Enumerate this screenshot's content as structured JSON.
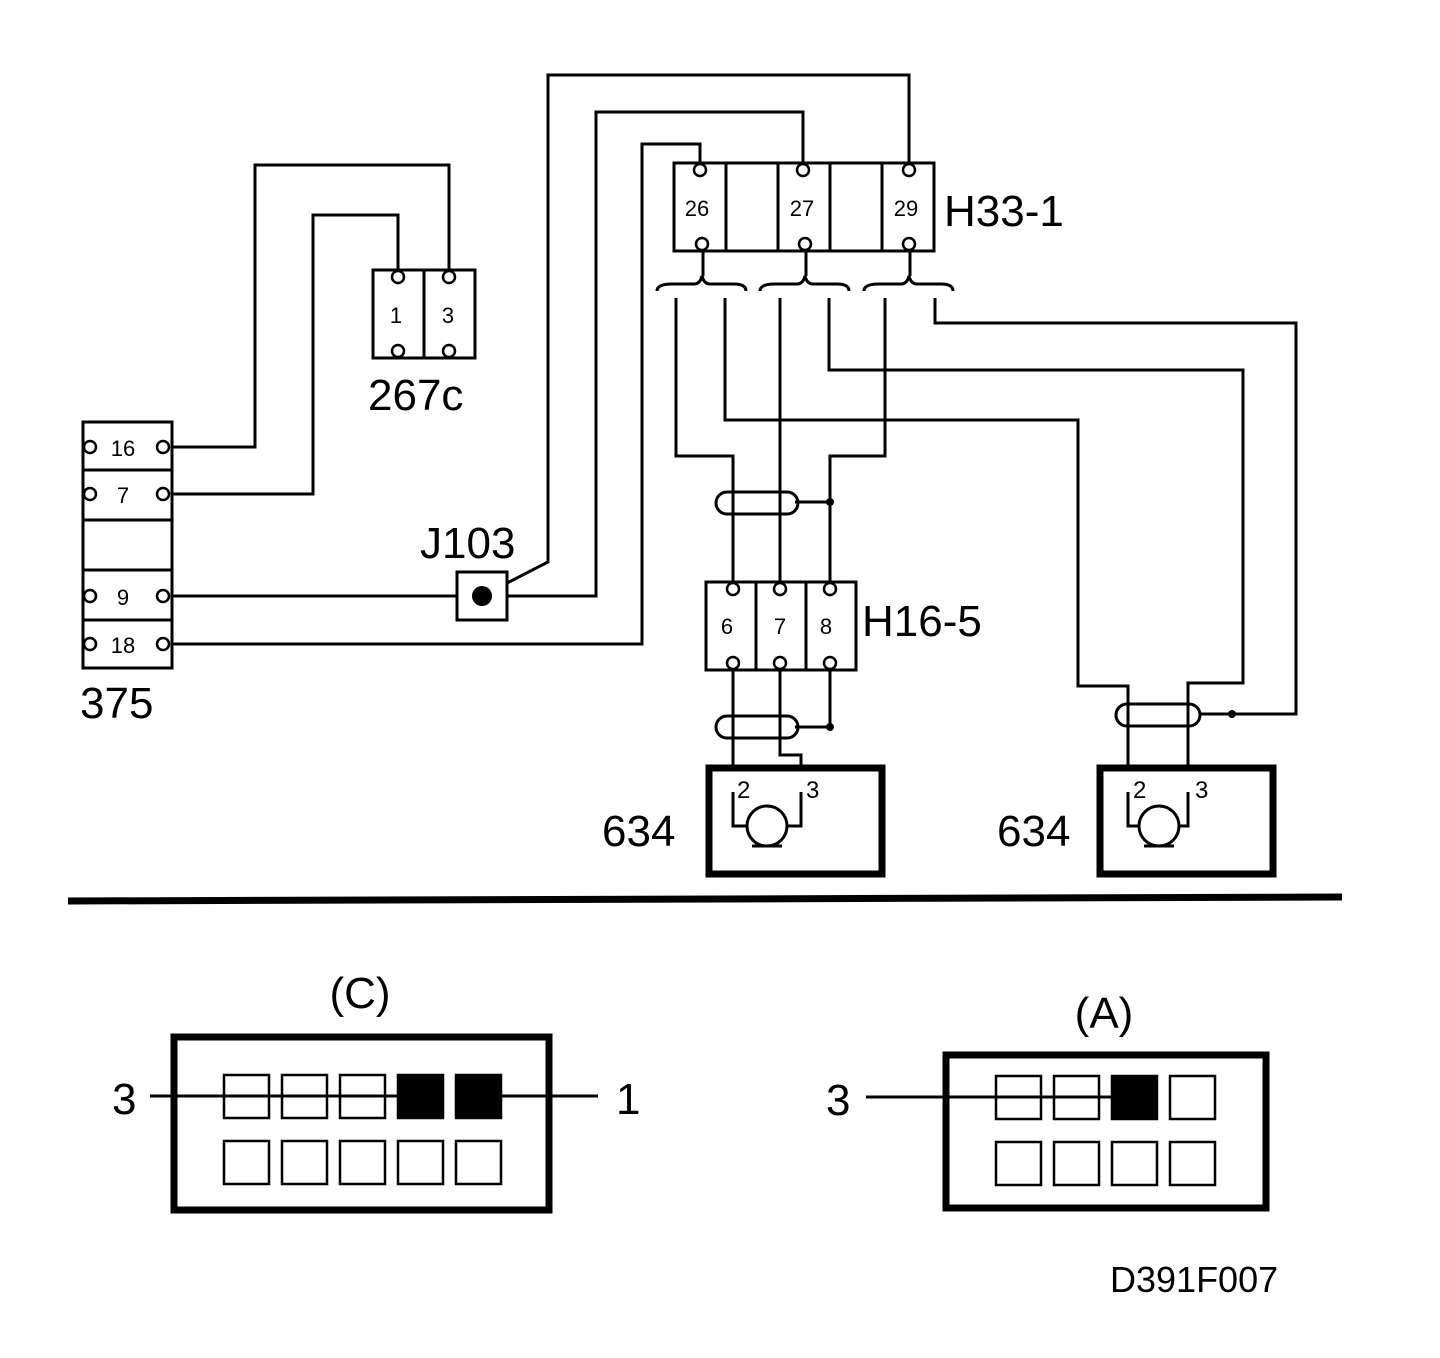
{
  "figure_id": "D391F007",
  "connectors": {
    "c375": {
      "label": "375",
      "pins": [
        "16",
        "7",
        "9",
        "18"
      ]
    },
    "c267c": {
      "label": "267c",
      "pins": [
        "1",
        "3"
      ]
    },
    "j103": {
      "label": "J103"
    },
    "h33": {
      "label": "H33-1",
      "pins": [
        "26",
        "27",
        "29"
      ]
    },
    "h16": {
      "label": "H16-5",
      "pins": [
        "6",
        "7",
        "8"
      ]
    }
  },
  "motors": {
    "left": {
      "label": "634",
      "pin_a": "2",
      "pin_b": "3"
    },
    "right": {
      "label": "634",
      "pin_a": "2",
      "pin_b": "3"
    }
  },
  "views": {
    "c": {
      "title": "(C)",
      "left_callout": "3",
      "right_callout": "1"
    },
    "a": {
      "title": "(A)",
      "left_callout": "3"
    }
  }
}
